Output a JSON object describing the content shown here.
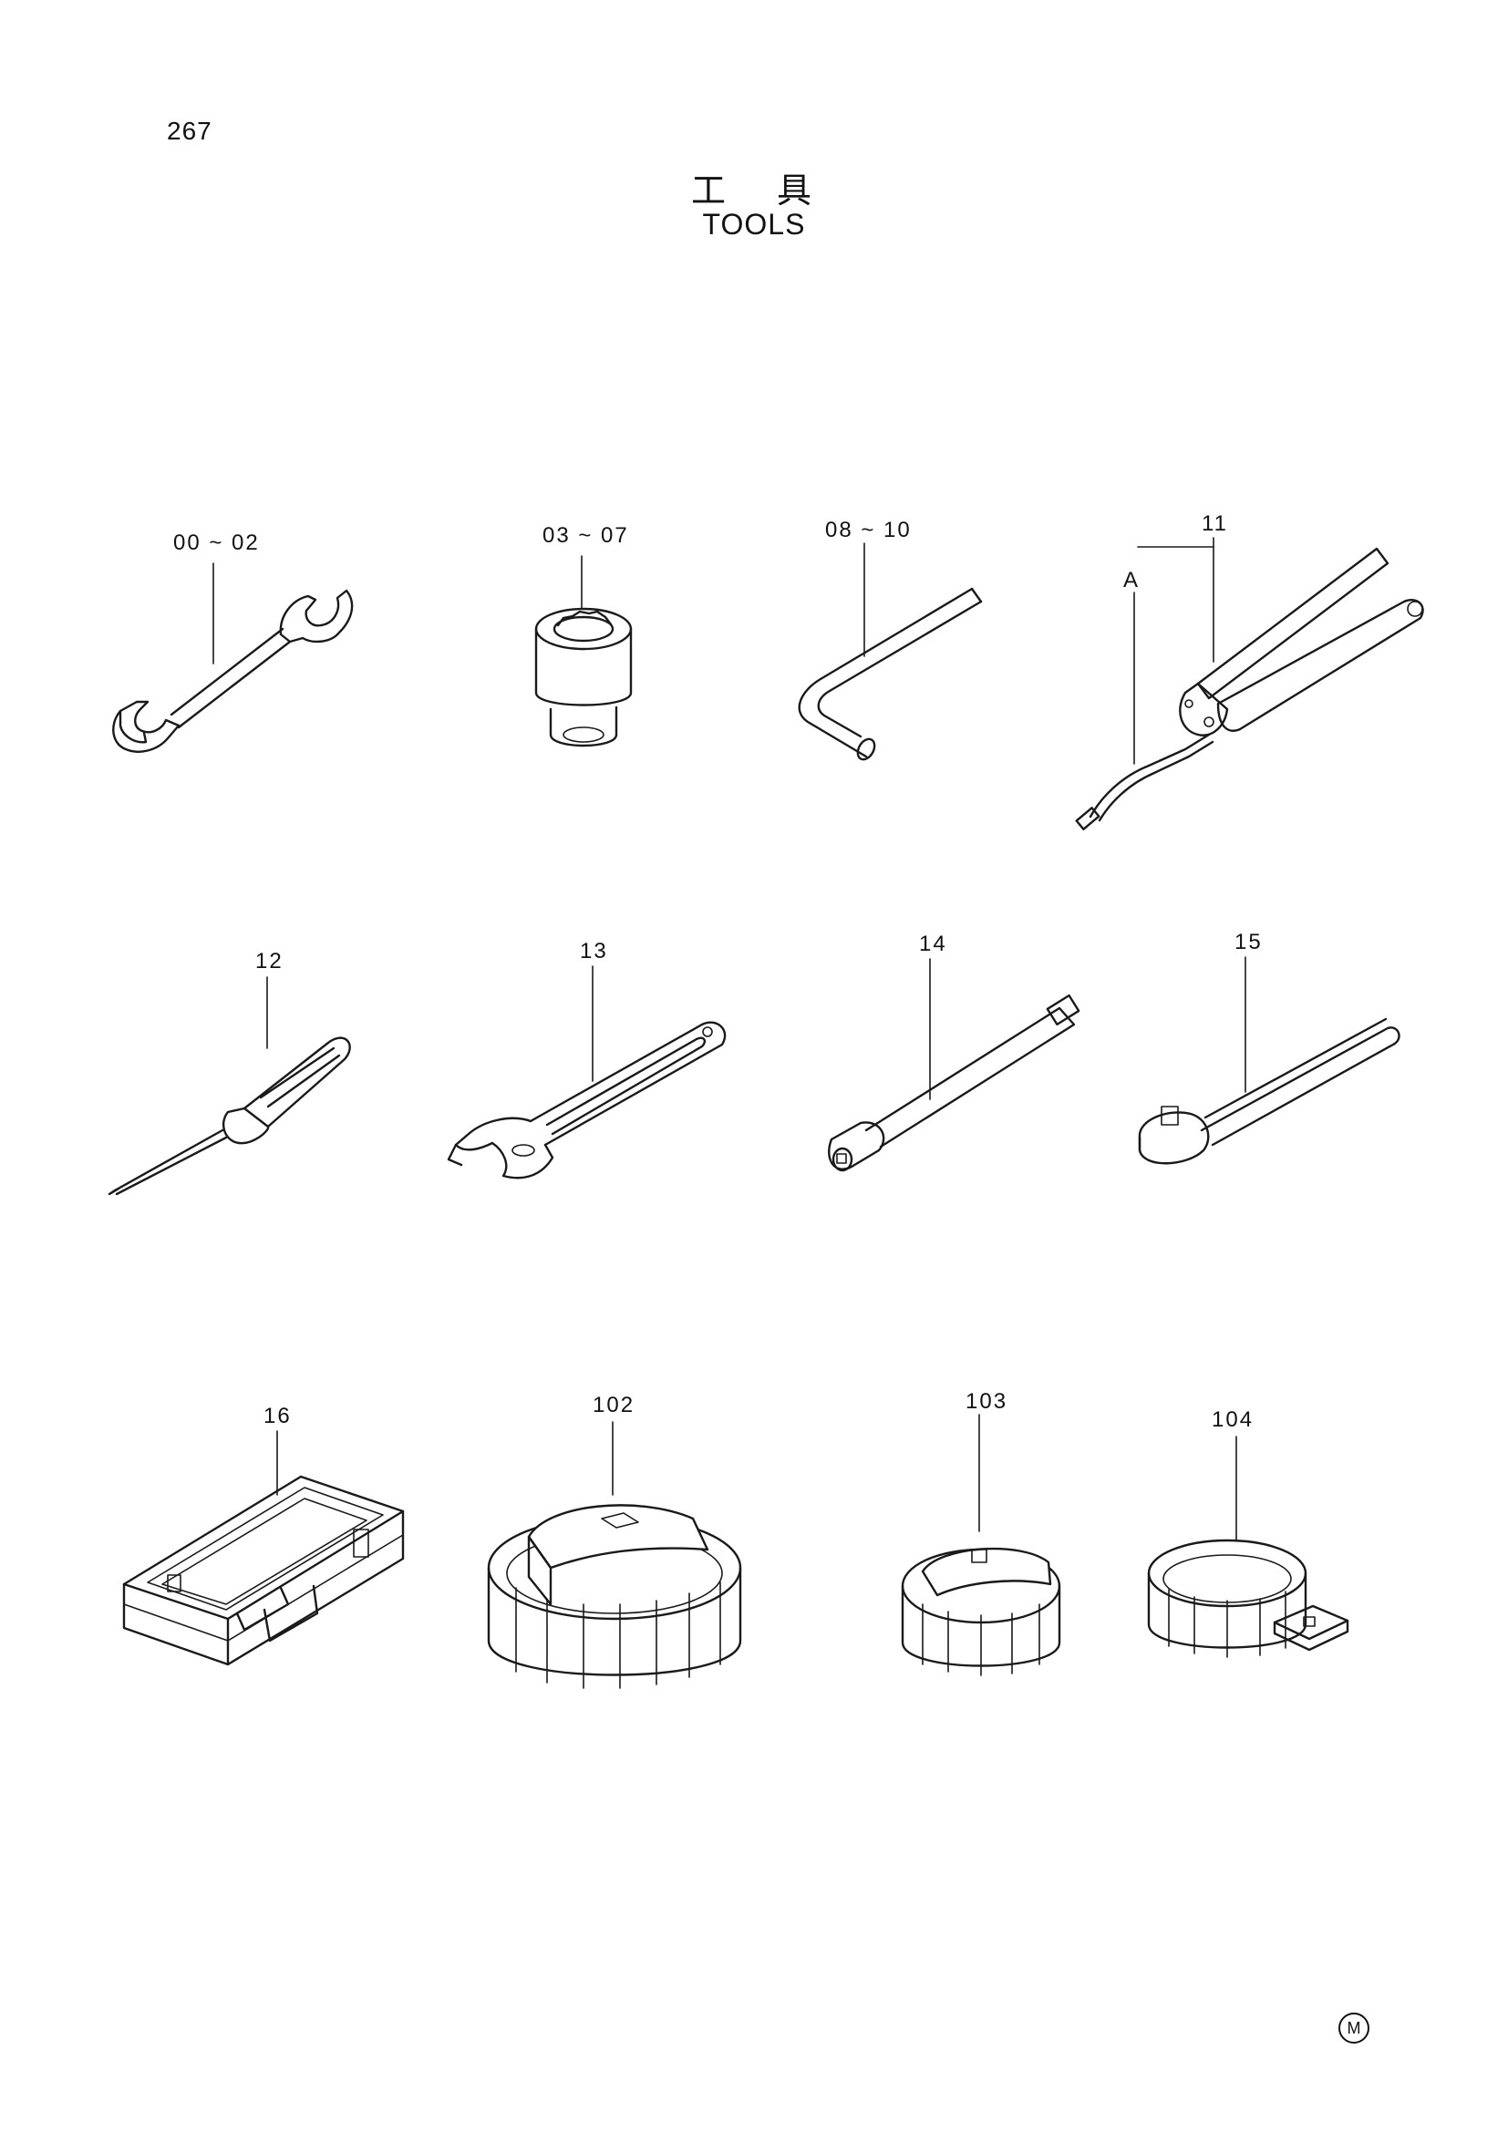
{
  "page": {
    "number": "267",
    "title_jp": "工 具",
    "title_en": "TOOLS",
    "footer_mark": "M"
  },
  "callouts": [
    {
      "id": "c1",
      "label": "00 ~ 02",
      "icon": "open-end-wrench-icon"
    },
    {
      "id": "c2",
      "label": "03 ~ 07",
      "icon": "socket-icon"
    },
    {
      "id": "c3",
      "label": "08 ~ 10",
      "icon": "hex-key-icon"
    },
    {
      "id": "c4",
      "label": "11",
      "icon": "grease-gun-icon"
    },
    {
      "id": "c4a",
      "label": "A",
      "icon": "grease-gun-nozzle-icon"
    },
    {
      "id": "c5",
      "label": "12",
      "icon": "screwdriver-icon"
    },
    {
      "id": "c6",
      "label": "13",
      "icon": "adjustable-wrench-icon"
    },
    {
      "id": "c7",
      "label": "14",
      "icon": "extension-bar-icon"
    },
    {
      "id": "c8",
      "label": "15",
      "icon": "ratchet-handle-icon"
    },
    {
      "id": "c9",
      "label": "16",
      "icon": "tool-box-icon"
    },
    {
      "id": "c10",
      "label": "102",
      "icon": "filter-wrench-large-icon"
    },
    {
      "id": "c11",
      "label": "103",
      "icon": "filter-wrench-small-icon"
    },
    {
      "id": "c12",
      "label": "104",
      "icon": "filter-band-wrench-icon"
    }
  ]
}
